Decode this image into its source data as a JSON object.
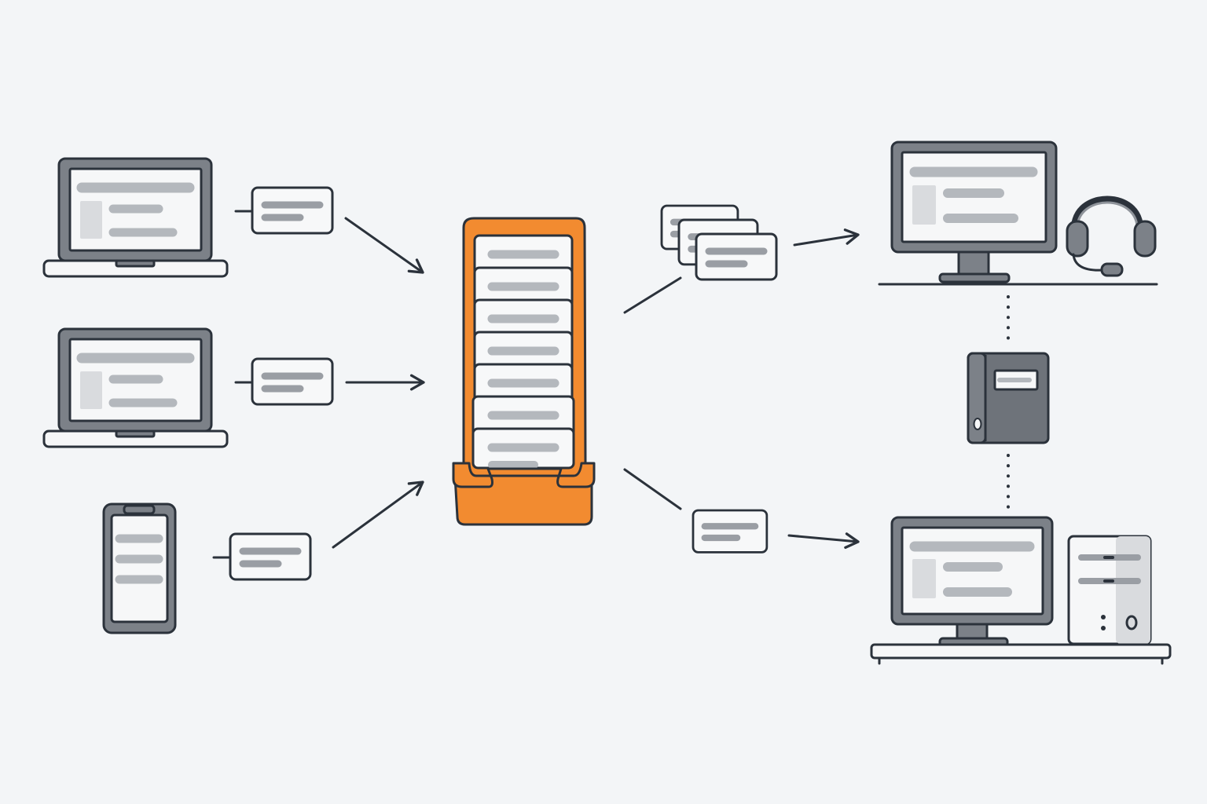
{
  "diagram": {
    "type": "message-queue-flow",
    "colors": {
      "background": "#f3f5f7",
      "outline": "#2b323b",
      "queue_fill": "#f28b30",
      "device_frame": "#7c8188",
      "screen": "#f6f7f8",
      "placeholder_line": "#b4b8bd",
      "message_line": "#9a9ea4",
      "card": "#f7f8f9",
      "storage_body": "#6e737a"
    },
    "icons": {
      "producers": [
        "laptop-icon",
        "laptop-icon",
        "smartphone-icon"
      ],
      "queue": "tray-icon",
      "consumers": [
        "monitor-icon",
        "headset-icon",
        "desktop-tower-icon"
      ],
      "storage": "binder-icon"
    },
    "producers": [
      {
        "device": "laptop",
        "message_count": 1
      },
      {
        "device": "laptop",
        "message_count": 1
      },
      {
        "device": "smartphone",
        "message_count": 1
      }
    ],
    "queue": {
      "stacked_cards": 7
    },
    "consumers": [
      {
        "device": "monitor-with-headset",
        "message_count": 3
      },
      {
        "device": "desktop-computer",
        "message_count": 1
      }
    ],
    "storage": {
      "device": "binder",
      "connection": "dotted"
    }
  }
}
